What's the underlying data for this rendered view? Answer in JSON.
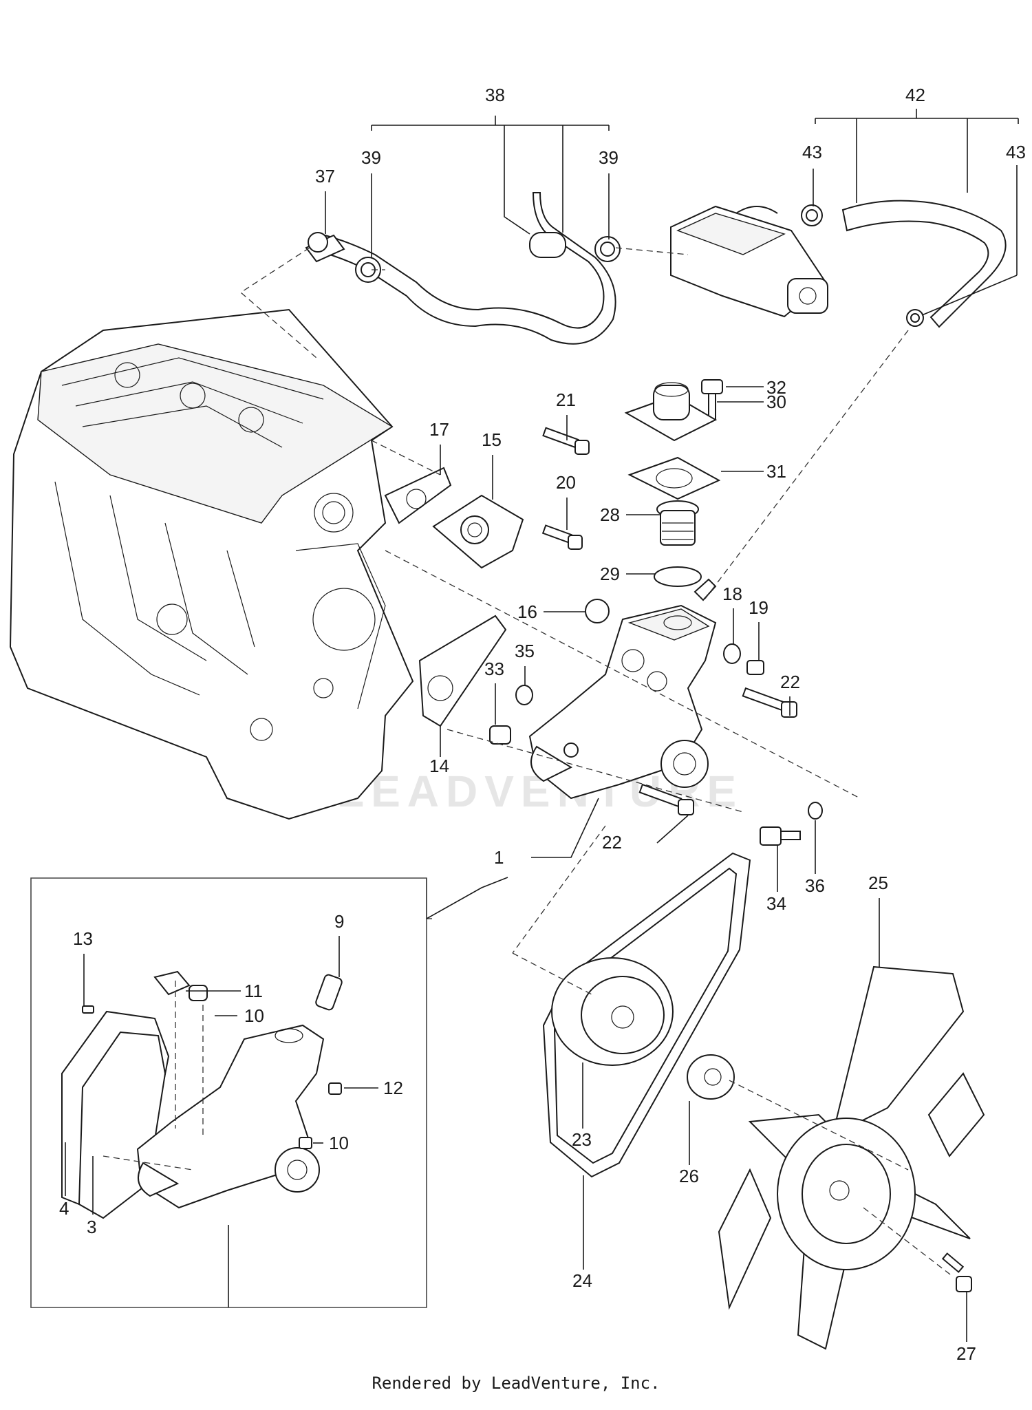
{
  "watermark": "LEADVENTURE",
  "footer": "Rendered by LeadVenture, Inc.",
  "callouts": {
    "c1": "1",
    "c3": "3",
    "c4": "4",
    "c9": "9",
    "c10a": "10",
    "c10b": "10",
    "c11": "11",
    "c12": "12",
    "c13": "13",
    "c14": "14",
    "c15": "15",
    "c16": "16",
    "c17": "17",
    "c18": "18",
    "c19": "19",
    "c20": "20",
    "c21": "21",
    "c22a": "22",
    "c22b": "22",
    "c23": "23",
    "c24": "24",
    "c25": "25",
    "c26": "26",
    "c27": "27",
    "c28": "28",
    "c29": "29",
    "c30": "30",
    "c31": "31",
    "c32": "32",
    "c33": "33",
    "c34": "34",
    "c35": "35",
    "c36": "36",
    "c37": "37",
    "c38": "38",
    "c39a": "39",
    "c39b": "39",
    "c42": "42",
    "c43a": "43",
    "c43b": "43"
  }
}
